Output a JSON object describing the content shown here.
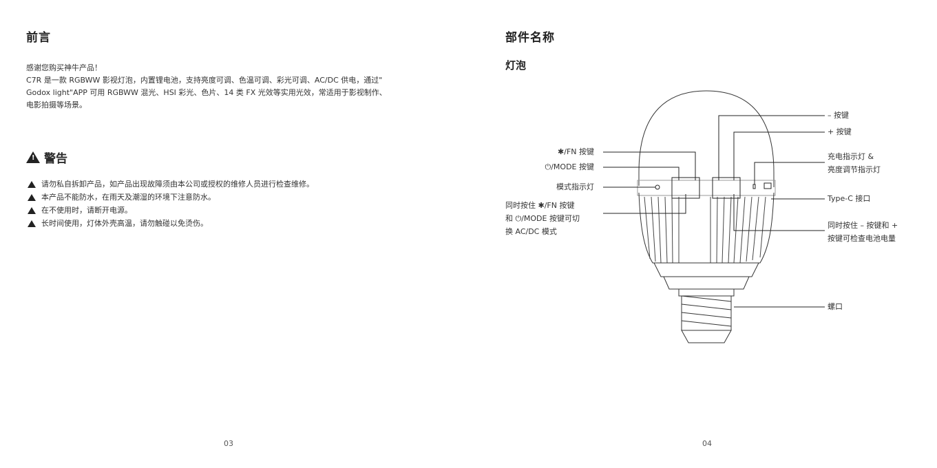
{
  "left_page": {
    "title": "前言",
    "intro": [
      "感谢您购买神牛产品！",
      "C7R 是一款 RGBWW 影视灯泡，内置锂电池，支持亮度可调、色温可调、彩光可调、AC/DC 供电，通过\"",
      "Godox light\"APP 可用 RGBWW 混光、HSI 彩光、色片、14 类 FX 光效等实用光效，常适用于影视制作、",
      "电影拍摄等场景。"
    ],
    "warning_title": "警告",
    "warnings": [
      "请勿私自拆卸产品，如产品出现故障须由本公司或授权的维修人员进行检查维修。",
      "本产品不能防水，在雨天及潮湿的环境下注意防水。",
      "在不使用时，请断开电源。",
      "长时间使用，灯体外壳高温，请勿触碰以免烫伤。"
    ],
    "page_number": "03"
  },
  "right_page": {
    "title": "部件名称",
    "subtitle": "灯泡",
    "labels_left": {
      "bt_fn": "/FN 按键",
      "power_mode": "/MODE 按键",
      "mode_indicator": "模式指示灯",
      "combo_line1": "同时按住",
      "combo_line1_suffix": "/FN 按键",
      "combo_line2": "和",
      "combo_line2_suffix": "/MODE 按键可切",
      "combo_line3": "换 AC/DC 模式"
    },
    "labels_right": {
      "minus_key": "– 按键",
      "plus_key": "+ 按键",
      "charge_indicator_1": "充电指示灯 &",
      "charge_indicator_2": "亮度调节指示灯",
      "typec": "Type-C 接口",
      "battery_check_1": "同时按住 – 按键和 +",
      "battery_check_2": "按键可检查电池电量",
      "screw": "螺口"
    },
    "page_number": "04"
  }
}
